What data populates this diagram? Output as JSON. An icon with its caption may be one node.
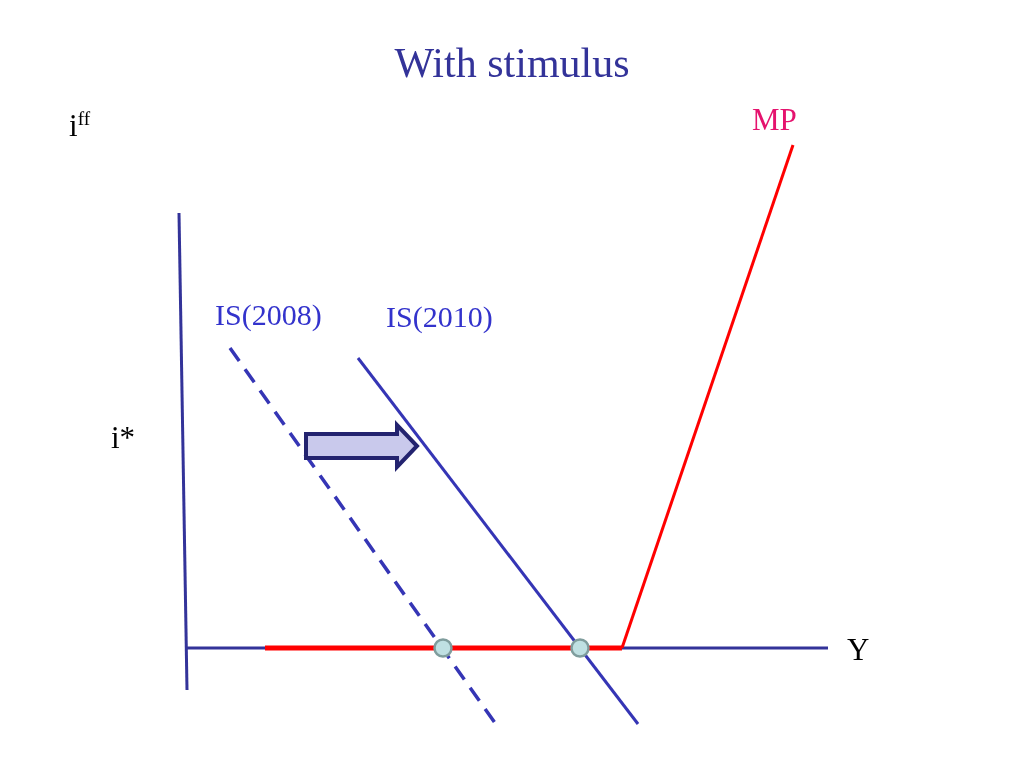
{
  "diagram": {
    "title": "With stimulus",
    "labels": [
      "i$^{ff}$",
      "MP",
      "IS(2008)",
      "IS(2010)",
      "i*",
      "Y"
    ]
  }
}
